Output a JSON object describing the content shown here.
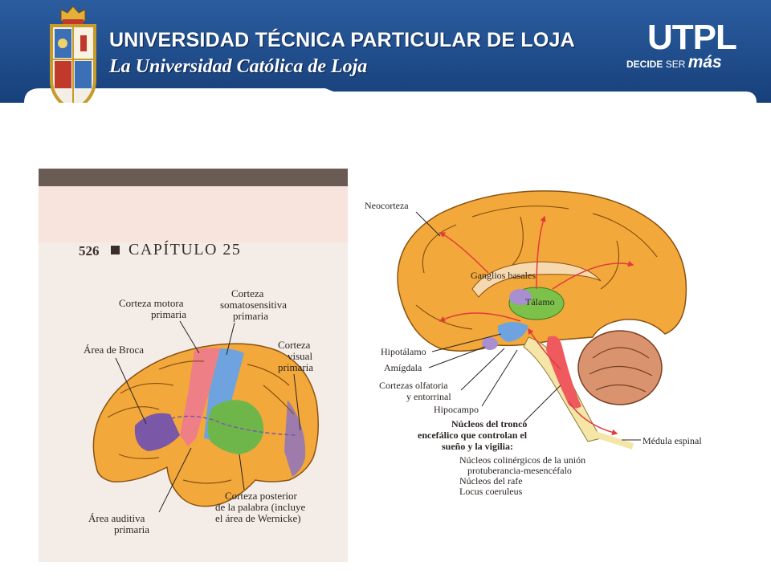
{
  "header": {
    "university_name": "UNIVERSIDAD TÉCNICA PARTICULAR DE LOJA",
    "tagline": "La Universidad Católica de Loja",
    "logo_text": "UTPL",
    "slogan_part1": "DECIDE ",
    "slogan_part2": "SER ",
    "slogan_part3": "más",
    "colors": {
      "band": "#1f4f8f",
      "band_dark": "#17407a",
      "white": "#ffffff"
    }
  },
  "left_figure": {
    "page_number": "526",
    "chapter": "CAPÍTULO 25",
    "labels": {
      "corteza_motora_1": "Corteza motora",
      "corteza_motora_2": "primaria",
      "somato_1": "Corteza",
      "somato_2": "somatosensitiva",
      "somato_3": "primaria",
      "broca": "Área de Broca",
      "visual_1": "Corteza",
      "visual_2": "visual",
      "visual_3": "primaria",
      "posterior_1": "Corteza posterior",
      "posterior_2": "de la palabra (incluye",
      "posterior_3": "el área de Wernicke)",
      "auditiva_1": "Área auditiva",
      "auditiva_2": "primaria"
    },
    "colors": {
      "cortex": "#f2a83a",
      "motor": "#ef7f86",
      "somato": "#6fa3df",
      "broca": "#7b57a8",
      "wernicke": "#6fb64a",
      "visual": "#8e74c0",
      "paper": "#f4ede7"
    }
  },
  "right_figure": {
    "labels": {
      "neocorteza": "Neocorteza",
      "ganglios": "Ganglios basales",
      "talamo": "Tálamo",
      "hipotalamo": "Hipotálamo",
      "amigdala": "Amígdala",
      "olfatoria_1": "Cortezas olfatoria",
      "olfatoria_2": "y entorrinal",
      "hipocampo": "Hipocampo",
      "nucleos_1": "Núcleos del tronco",
      "nucleos_2": "encefálico que controlan el",
      "nucleos_3": "sueño y la vigilia:",
      "medula": "Médula espinal",
      "sub_1": "Núcleos colinérgicos de la unión",
      "sub_2": "protuberancia-mesencéfalo",
      "sub_3": "Núcleos del rafe",
      "sub_4": "Locus coeruleus"
    },
    "colors": {
      "cortex": "#f2a83a",
      "thalamus": "#7cc24a",
      "nuclei": "#ee5a5e",
      "cerebellum": "#d9946f",
      "brainstem": "#f5e6a8",
      "arrow": "#e23b3b"
    }
  }
}
